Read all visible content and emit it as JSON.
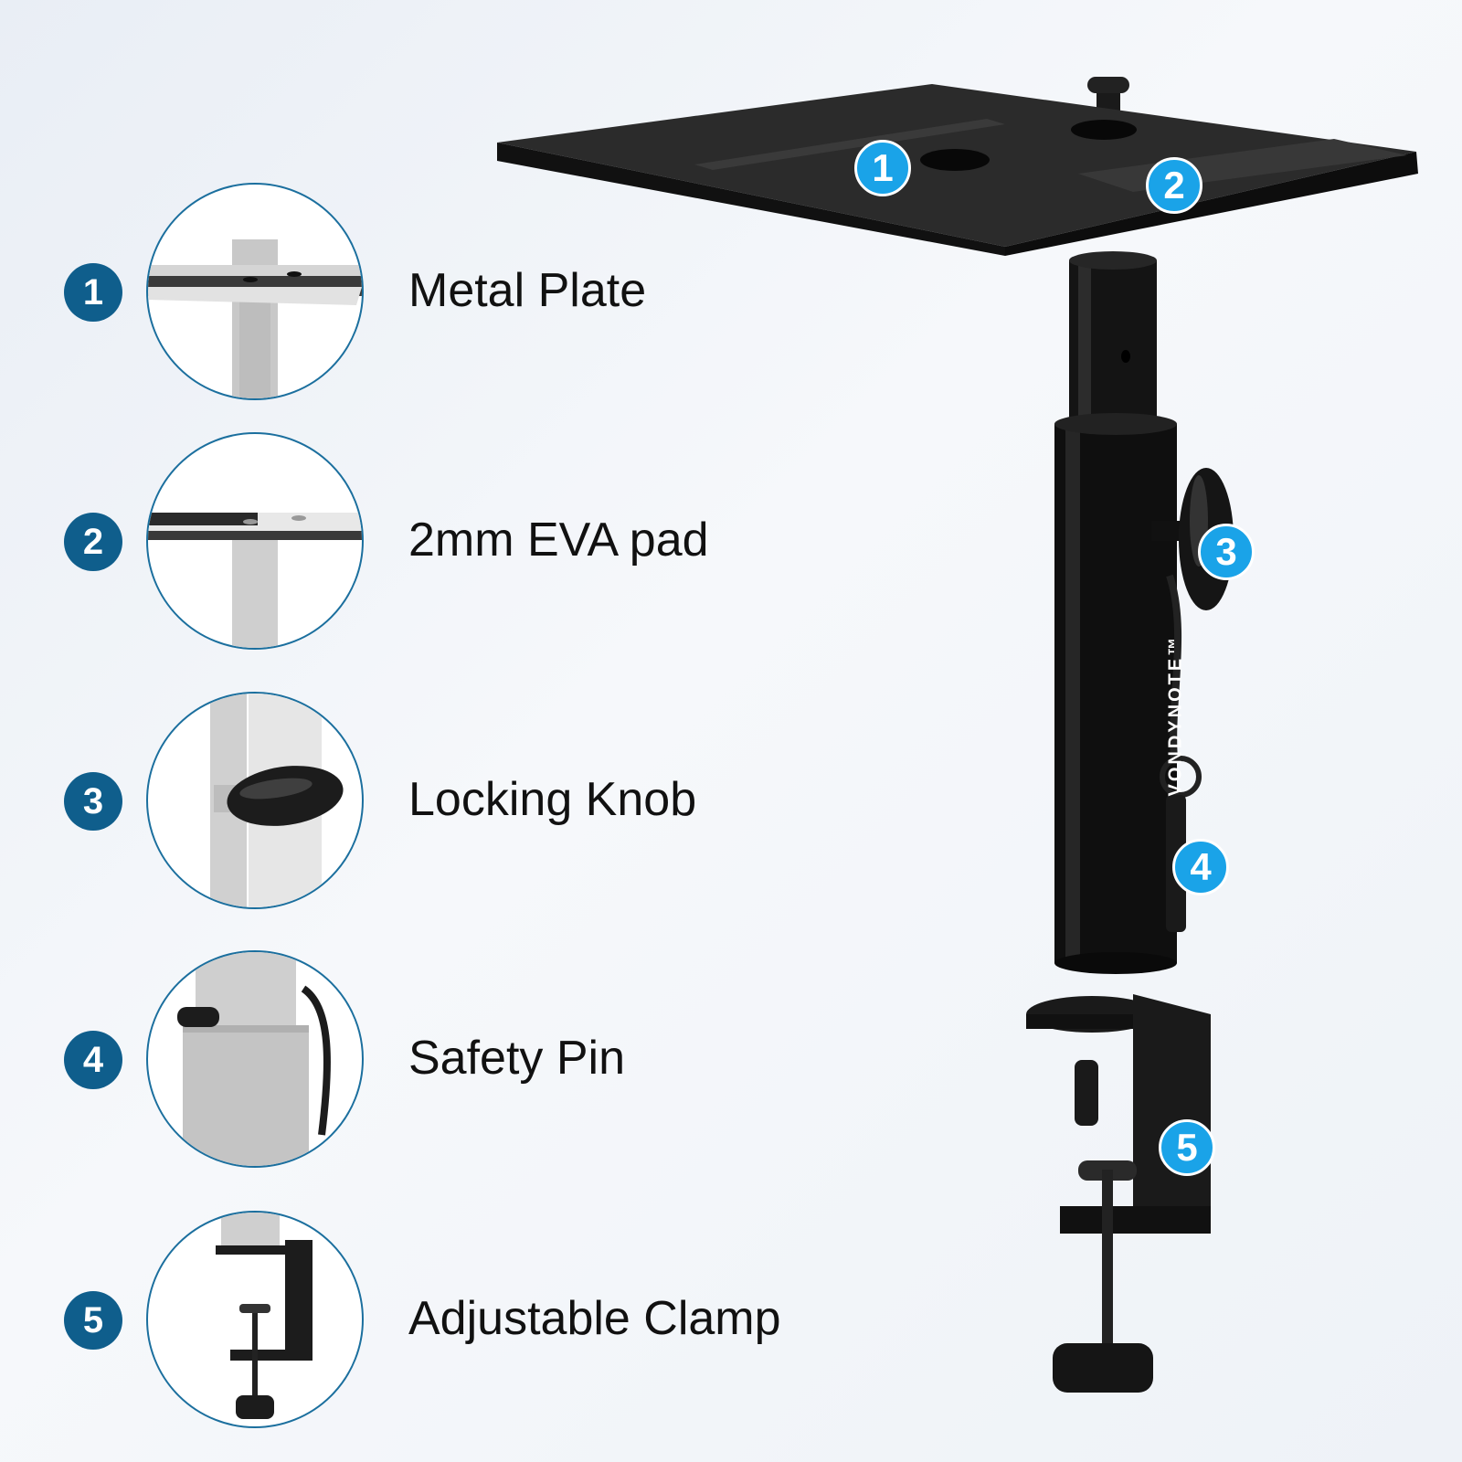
{
  "features": [
    {
      "number": "1",
      "label": "Metal Plate",
      "icon": "metal-plate-thumb"
    },
    {
      "number": "2",
      "label": "2mm EVA pad",
      "icon": "eva-pad-thumb"
    },
    {
      "number": "3",
      "label": "Locking Knob",
      "icon": "locking-knob-thumb"
    },
    {
      "number": "4",
      "label": "Safety Pin",
      "icon": "safety-pin-thumb"
    },
    {
      "number": "5",
      "label": "Adjustable Clamp",
      "icon": "clamp-thumb"
    }
  ],
  "callouts": [
    "1",
    "2",
    "3",
    "4",
    "5"
  ],
  "brand": "VONDYNOTE™",
  "colors": {
    "badge": "#0f5e8c",
    "callout": "#1aa3e8",
    "ring": "#1b6f9e",
    "metal": "#1a1a1a"
  }
}
